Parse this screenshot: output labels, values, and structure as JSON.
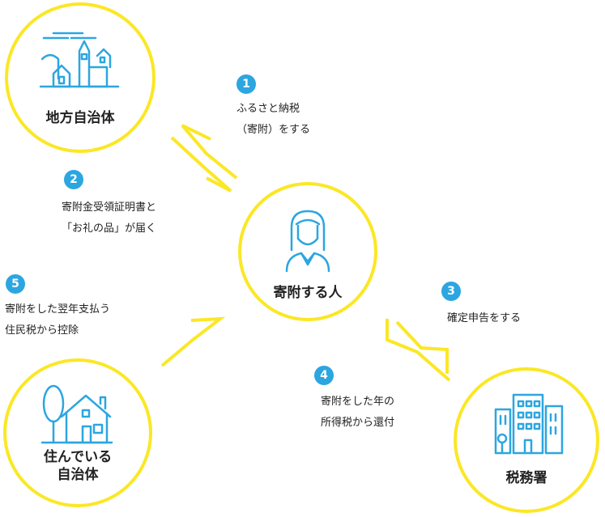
{
  "colors": {
    "accent": "#FBE725",
    "badge": "#2CA6E0",
    "icon": "#2CA6E0",
    "text": "#222222"
  },
  "nodes": {
    "local_gov": {
      "label": "地方自治体",
      "icon": "town-icon"
    },
    "donor": {
      "label": "寄附する人",
      "icon": "person-icon"
    },
    "tax_office": {
      "label": "税務署",
      "icon": "office-building-icon"
    },
    "home_gov": {
      "label": "住んでいる\n自治体",
      "icon": "house-icon"
    }
  },
  "steps": [
    {
      "number": "1",
      "text": "ふるさと納税\n（寄附）をする"
    },
    {
      "number": "2",
      "text": "寄附金受領証明書と\n「お礼の品」が届く"
    },
    {
      "number": "3",
      "text": "確定申告をする"
    },
    {
      "number": "4",
      "text": "寄附をした年の\n所得税から還付"
    },
    {
      "number": "5",
      "text": "寄附をした翌年支払う\n住民税から控除"
    }
  ]
}
